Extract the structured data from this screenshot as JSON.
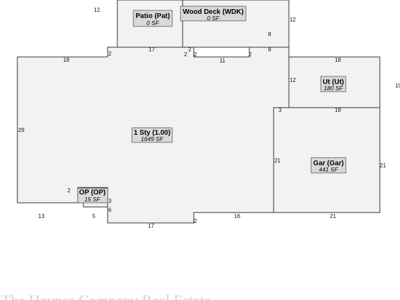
{
  "areas": {
    "patio": {
      "name": "Patio (Pat)",
      "area": "0 SF"
    },
    "deck": {
      "name": "Wood Deck (WDK)",
      "area": "0 SF"
    },
    "house": {
      "name": "1 Sty (1.00)",
      "area": "1649 SF"
    },
    "utility": {
      "name": "Ut (Ut)",
      "area": "180 SF"
    },
    "garage": {
      "name": "Gar (Gar)",
      "area": "441 SF"
    },
    "porch": {
      "name": "OP (OP)",
      "area": "15 SF"
    }
  },
  "dimensions": {
    "d12_top": "12",
    "d12_deck_right": "12",
    "d8_deck": "8",
    "d17_top": "17",
    "d2_a": "2",
    "d2_b": "2",
    "d2_c": "2",
    "d2_d": "2",
    "d11": "11",
    "d2_e": "2",
    "d8_bump": "8",
    "d18_left": "18",
    "d18_ut_top": "18",
    "d10": "10",
    "d12_ut": "12",
    "d3_gar": "3",
    "d18_ut_bottom": "18",
    "d29": "29",
    "d21_left": "21",
    "d21_right": "21",
    "d2_op": "2",
    "d3_op": "3",
    "d6_op": "6",
    "d13": "13",
    "d5": "5",
    "d17_bottom": "17",
    "d2_bottom": "2",
    "d16": "16",
    "d21_bottom": "21"
  },
  "watermark": "The Haynes Company Real Estate"
}
